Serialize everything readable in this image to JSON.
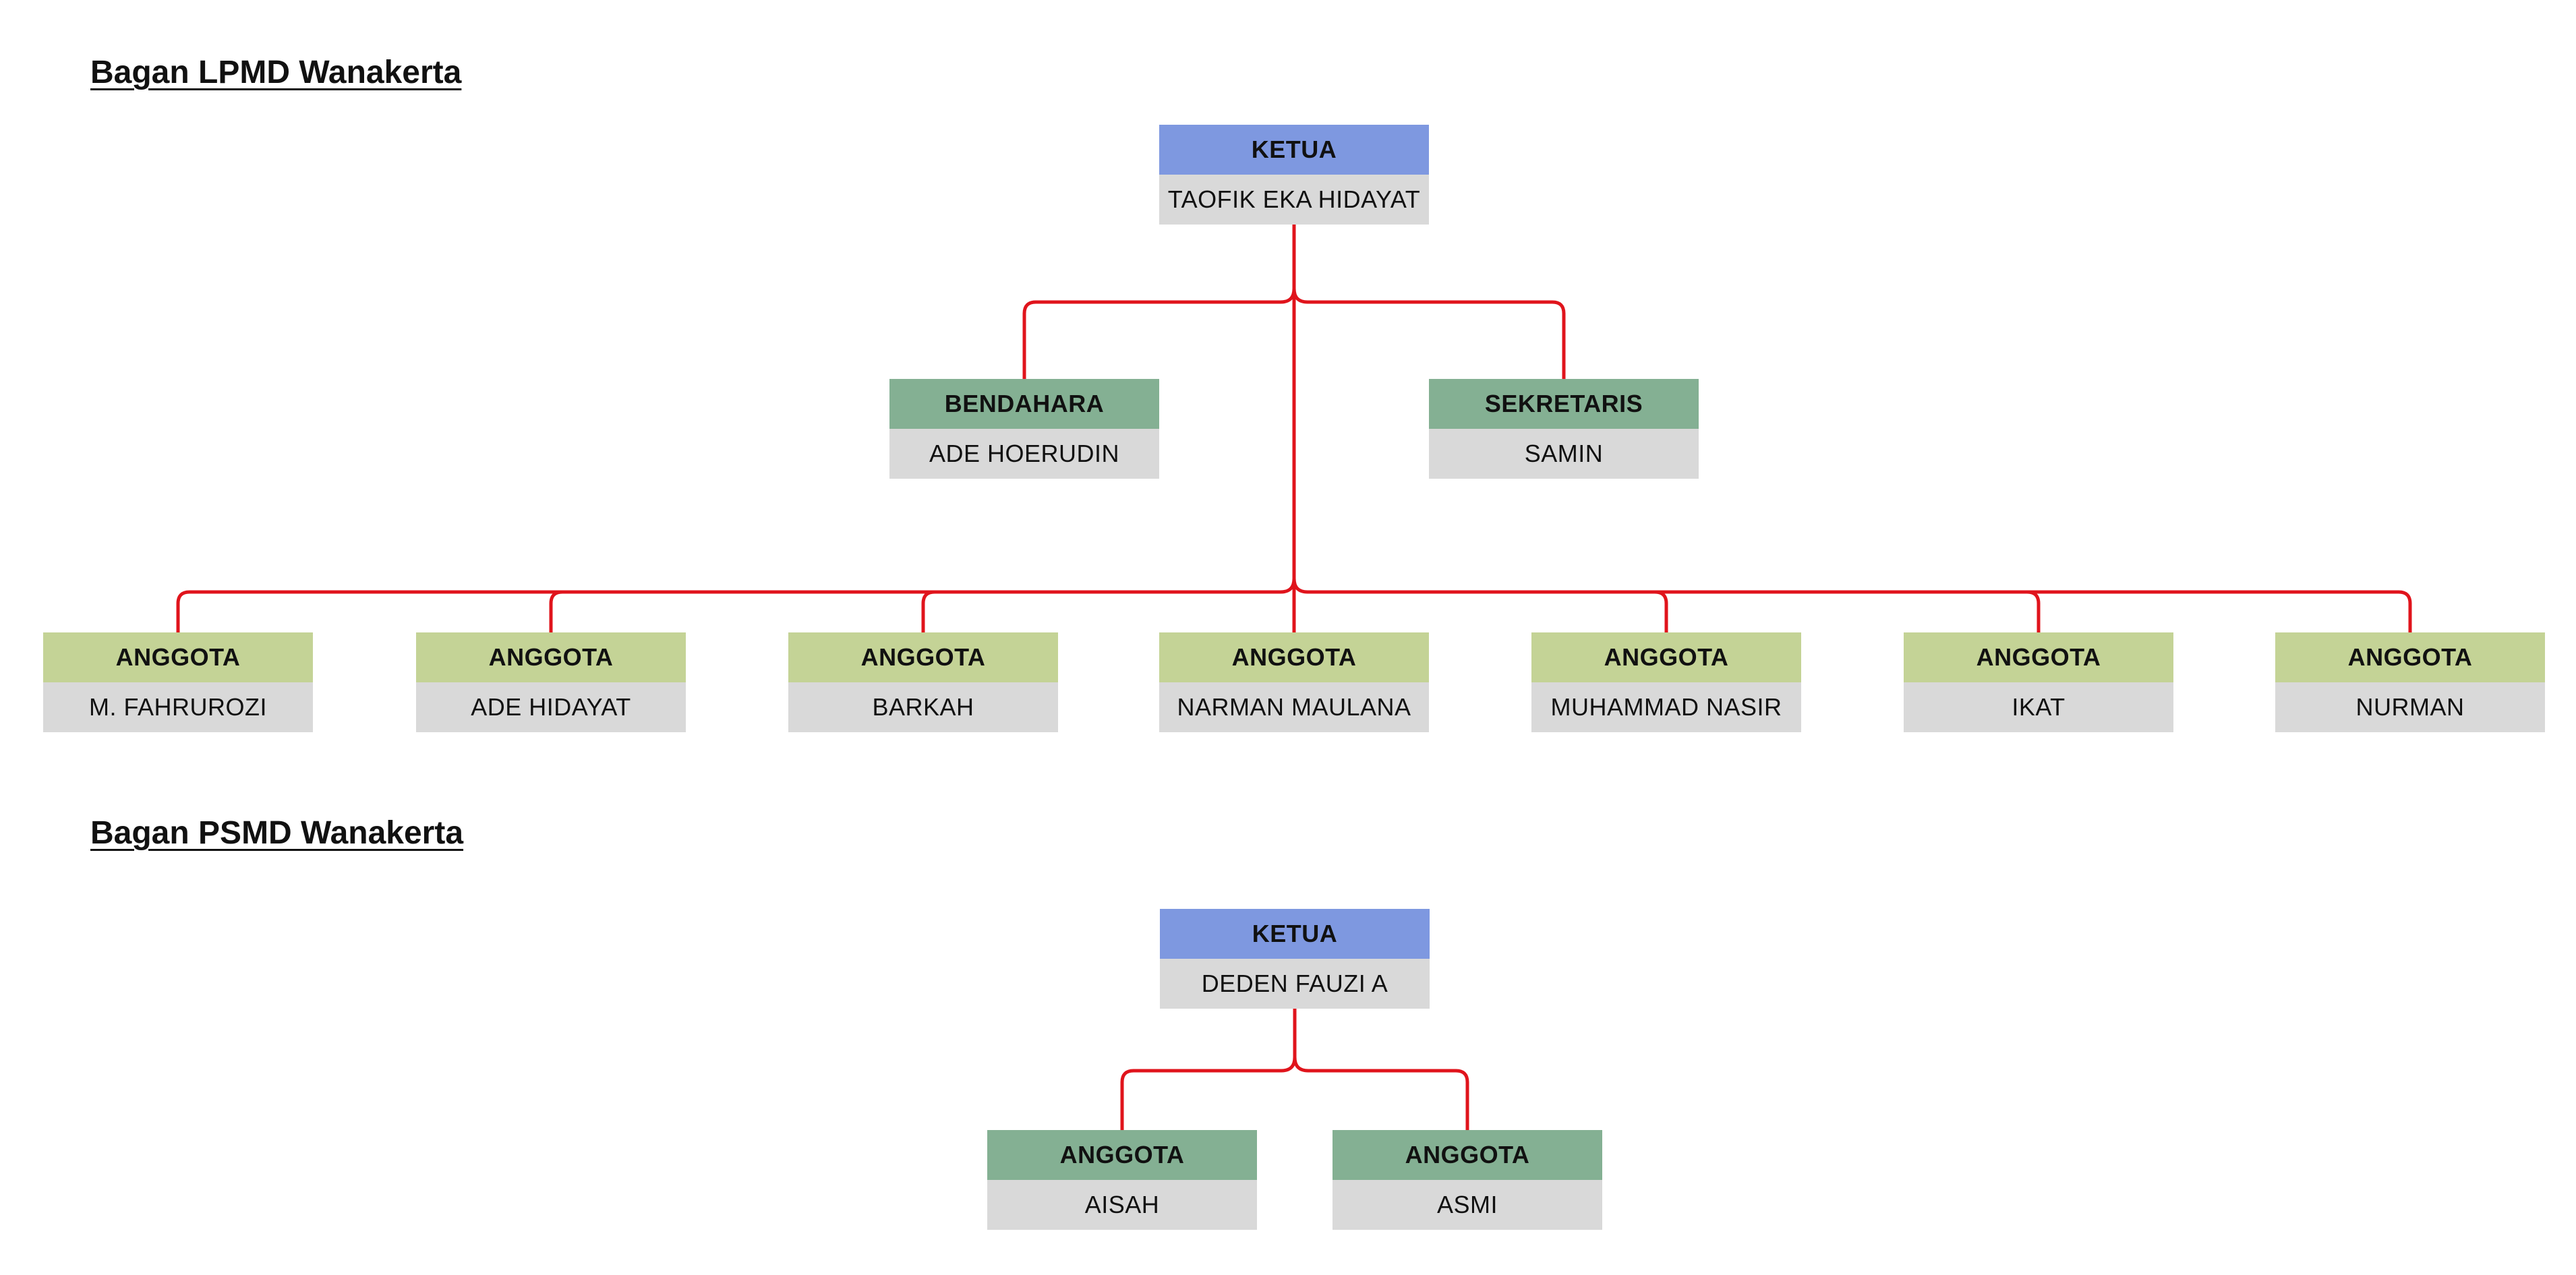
{
  "lpmd": {
    "title": "Bagan LPMD Wanakerta",
    "ketua": {
      "role": "KETUA",
      "name": "TAOFIK EKA HIDAYAT"
    },
    "bendahara": {
      "role": "BENDAHARA",
      "name": "ADE HOERUDIN"
    },
    "sekretaris": {
      "role": "SEKRETARIS",
      "name": "SAMIN"
    },
    "anggota": [
      {
        "role": "ANGGOTA",
        "name": "M. FAHRUROZI"
      },
      {
        "role": "ANGGOTA",
        "name": "ADE HIDAYAT"
      },
      {
        "role": "ANGGOTA",
        "name": "BARKAH"
      },
      {
        "role": "ANGGOTA",
        "name": "NARMAN MAULANA"
      },
      {
        "role": "ANGGOTA",
        "name": "MUHAMMAD NASIR"
      },
      {
        "role": "ANGGOTA",
        "name": "IKAT"
      },
      {
        "role": "ANGGOTA",
        "name": "NURMAN"
      }
    ]
  },
  "psmd": {
    "title": "Bagan PSMD Wanakerta",
    "ketua": {
      "role": "KETUA",
      "name": "DEDEN FAUZI A"
    },
    "anggota": [
      {
        "role": "ANGGOTA",
        "name": "AISAH"
      },
      {
        "role": "ANGGOTA",
        "name": "ASMI"
      }
    ]
  },
  "colors": {
    "ketua": "#7e98e0",
    "officer": "#84b093",
    "anggota": "#c4d396",
    "name_bg": "#d9d9d9",
    "connector": "#e0141c"
  }
}
